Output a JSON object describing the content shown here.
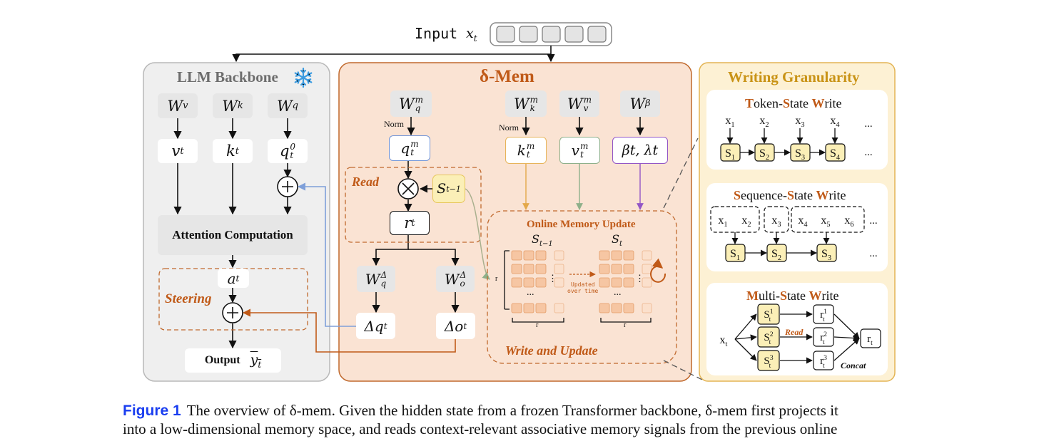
{
  "input": {
    "label": "Input",
    "symbol": "x",
    "sub": "t"
  },
  "backbone": {
    "title": "LLM Backbone",
    "weights": [
      {
        "base": "W",
        "sub": "v"
      },
      {
        "base": "W",
        "sub": "k"
      },
      {
        "base": "W",
        "sub": "q"
      }
    ],
    "vectors": [
      {
        "base": "v",
        "sub": "t",
        "sup": ""
      },
      {
        "base": "k",
        "sub": "t",
        "sup": ""
      },
      {
        "base": "q",
        "sub": "t",
        "sup": "0"
      }
    ],
    "attention": "Attention Computation",
    "a_t": {
      "base": "a",
      "sub": "t"
    },
    "steering": "Steering",
    "output_label": "Output",
    "output_symbol": "y",
    "output_sub": "t"
  },
  "mem": {
    "title": "δ-Mem",
    "wq": {
      "base": "W",
      "sup": "m",
      "sub": "q"
    },
    "wk": {
      "base": "W",
      "sup": "m",
      "sub": "k"
    },
    "wv": {
      "base": "W",
      "sup": "m",
      "sub": "v"
    },
    "wb": {
      "base": "W",
      "sub": "β"
    },
    "norm": "Norm",
    "q": {
      "base": "q",
      "sup": "m",
      "sub": "t"
    },
    "k": {
      "base": "k",
      "sup": "m",
      "sub": "t"
    },
    "v": {
      "base": "v",
      "sup": "m",
      "sub": "t"
    },
    "bl": "βt, λt",
    "read": "Read",
    "s_prev": {
      "base": "S",
      "sub": "t−1"
    },
    "r": {
      "base": "r",
      "sub": "t"
    },
    "wqd": {
      "base": "W",
      "sup": "Δ",
      "sub": "q"
    },
    "wod": {
      "base": "W",
      "sup": "Δ",
      "sub": "o"
    },
    "dq": {
      "base": "Δq",
      "sub": "t"
    },
    "do": {
      "base": "Δo",
      "sub": "t"
    },
    "online_title": "Online Memory Update",
    "s_prev_label": {
      "base": "S",
      "sub": "t−1"
    },
    "s_label": {
      "base": "S",
      "sub": "t"
    },
    "updated_1": "Updated",
    "updated_2": "over time",
    "r_label": "r",
    "ellipsis": "...",
    "vdots": "⋮",
    "write_update": "Write and Update"
  },
  "granularity": {
    "title": "Writing Granularity",
    "token": {
      "title": [
        "T",
        "oken-",
        "S",
        "tate ",
        "W",
        "rite"
      ],
      "xs": [
        "x1",
        "x2",
        "x3",
        "x4"
      ],
      "ss": [
        "S1",
        "S2",
        "S3",
        "S4"
      ],
      "dots": "..."
    },
    "sequence": {
      "title": [
        "S",
        "equence-",
        "S",
        "tate ",
        "W",
        "rite"
      ],
      "groups": [
        [
          "x1",
          "x2"
        ],
        [
          "x3"
        ],
        [
          "x4",
          "x5",
          "x6"
        ]
      ],
      "ss": [
        "S1",
        "S2",
        "S3"
      ],
      "dots": "..."
    },
    "multi": {
      "title": [
        "M",
        "ulti-",
        "S",
        "tate ",
        "W",
        "rite"
      ],
      "x": "xt",
      "ss": [
        "1",
        "2",
        "3"
      ],
      "rs": [
        "1",
        "2",
        "3"
      ],
      "read": "Read",
      "concat": "Concat",
      "rt": "rt"
    }
  },
  "caption": {
    "label": "Figure 1",
    "line1": "The overview of δ-mem.  Given the hidden state from a frozen Transformer backbone, δ-mem first projects it",
    "line2": "into a low-dimensional memory space, and reads context-relevant associative memory signals from the previous online"
  },
  "colors": {
    "backbone_bg": "#efefef",
    "mem_bg": "#fae3d3",
    "mem_border": "#c0692d",
    "gran_bg": "#fdf1d4",
    "gran_border": "#e3b454",
    "orange_text": "#c05a18",
    "gold_text": "#c99316",
    "blue_line": "#7e9fd9",
    "orange_line": "#c05a18",
    "q_border": "#6f94d8",
    "k_border": "#e7b45a",
    "v_border": "#8eb08a",
    "bl_border": "#9356c6",
    "yellow_box": "#fbefb7",
    "caption_blue": "#1a3ef0"
  }
}
